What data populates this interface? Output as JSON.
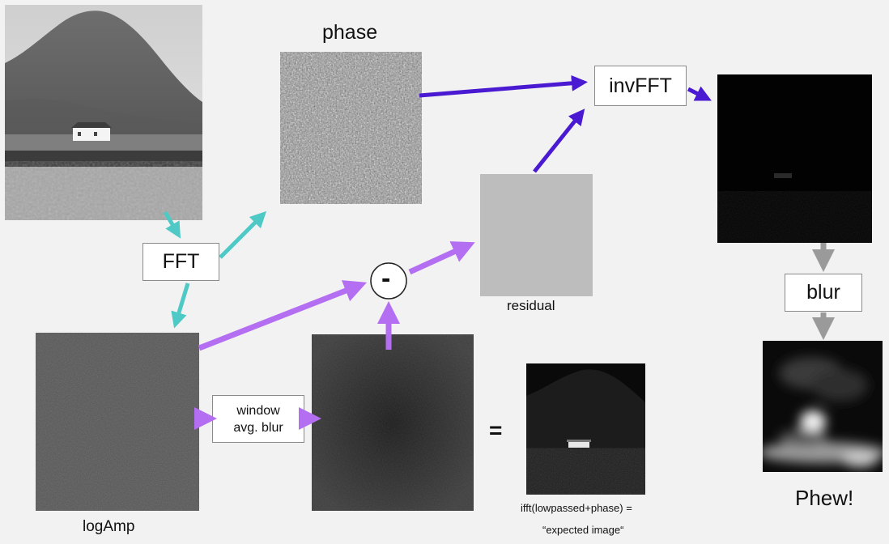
{
  "labels": {
    "phase": "phase",
    "fft": "FFT",
    "invfft": "invFFT",
    "blur": "blur",
    "window_line1": "window",
    "window_line2": "avg. blur",
    "residual": "residual",
    "logamp": "logAmp",
    "equals": "=",
    "minus": "-",
    "caption_line1": "ifft(lowpassed+phase) =",
    "caption_line2": "“expected image“",
    "phew": "Phew!"
  },
  "colors": {
    "background": "#f2f2f2",
    "cyan_arrow": "#4ec9c5",
    "purple_arrow": "#b46ef2",
    "indigo_arrow": "#4a1ad2",
    "gray_arrow": "#9a9a9a"
  },
  "icons": {
    "minus_operator": "circle-minus-icon"
  }
}
